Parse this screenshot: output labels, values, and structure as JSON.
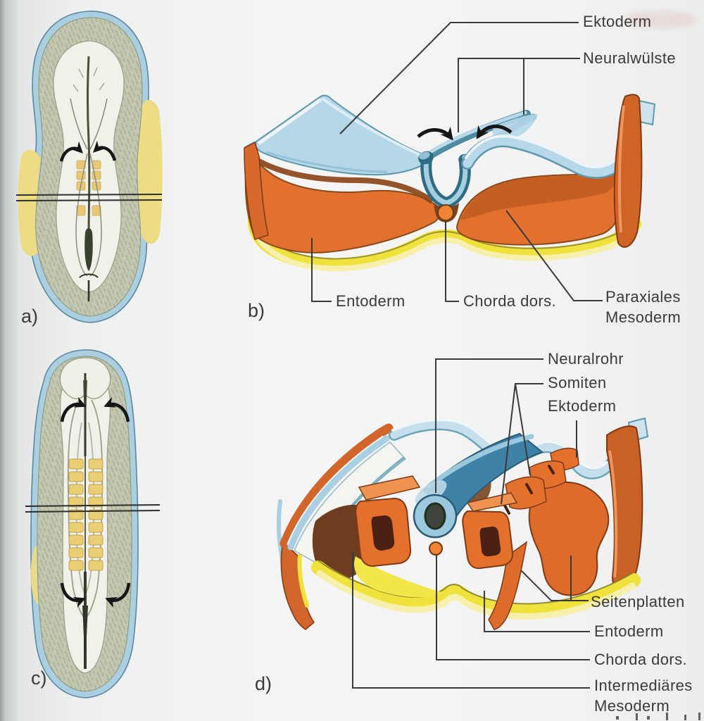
{
  "figure": {
    "panel_a_letter": "a)",
    "panel_b_letter": "b)",
    "panel_c_letter": "c)",
    "panel_d_letter": "d)"
  },
  "panel_b_labels": {
    "ektoderm": "Ektoderm",
    "neuralwuelste": "Neuralwülste",
    "entoderm": "Entoderm",
    "chorda": "Chorda dors.",
    "paraxiales": [
      "Paraxiales",
      "Mesoderm"
    ]
  },
  "panel_d_labels": {
    "neuralrohr": "Neuralrohr",
    "somiten": "Somiten",
    "ektoderm": "Ektoderm",
    "seitenplatten": "Seitenplatten",
    "entoderm": "Entoderm",
    "chorda": "Chorda dors.",
    "intermediaeres": [
      "Intermediäres",
      "Mesoderm"
    ]
  },
  "colors": {
    "ektoderm_blue": "#b5d7e8",
    "neural_fold_teal": "#3d7e96",
    "mesoderm_orange": "#e2702f",
    "entoderm_yellow": "#efe23c",
    "chorda_orange": "#ee8434",
    "somite_core_brown": "#4a2113",
    "leader_line": "#3a3a3a",
    "text": "#3a3a3a"
  }
}
